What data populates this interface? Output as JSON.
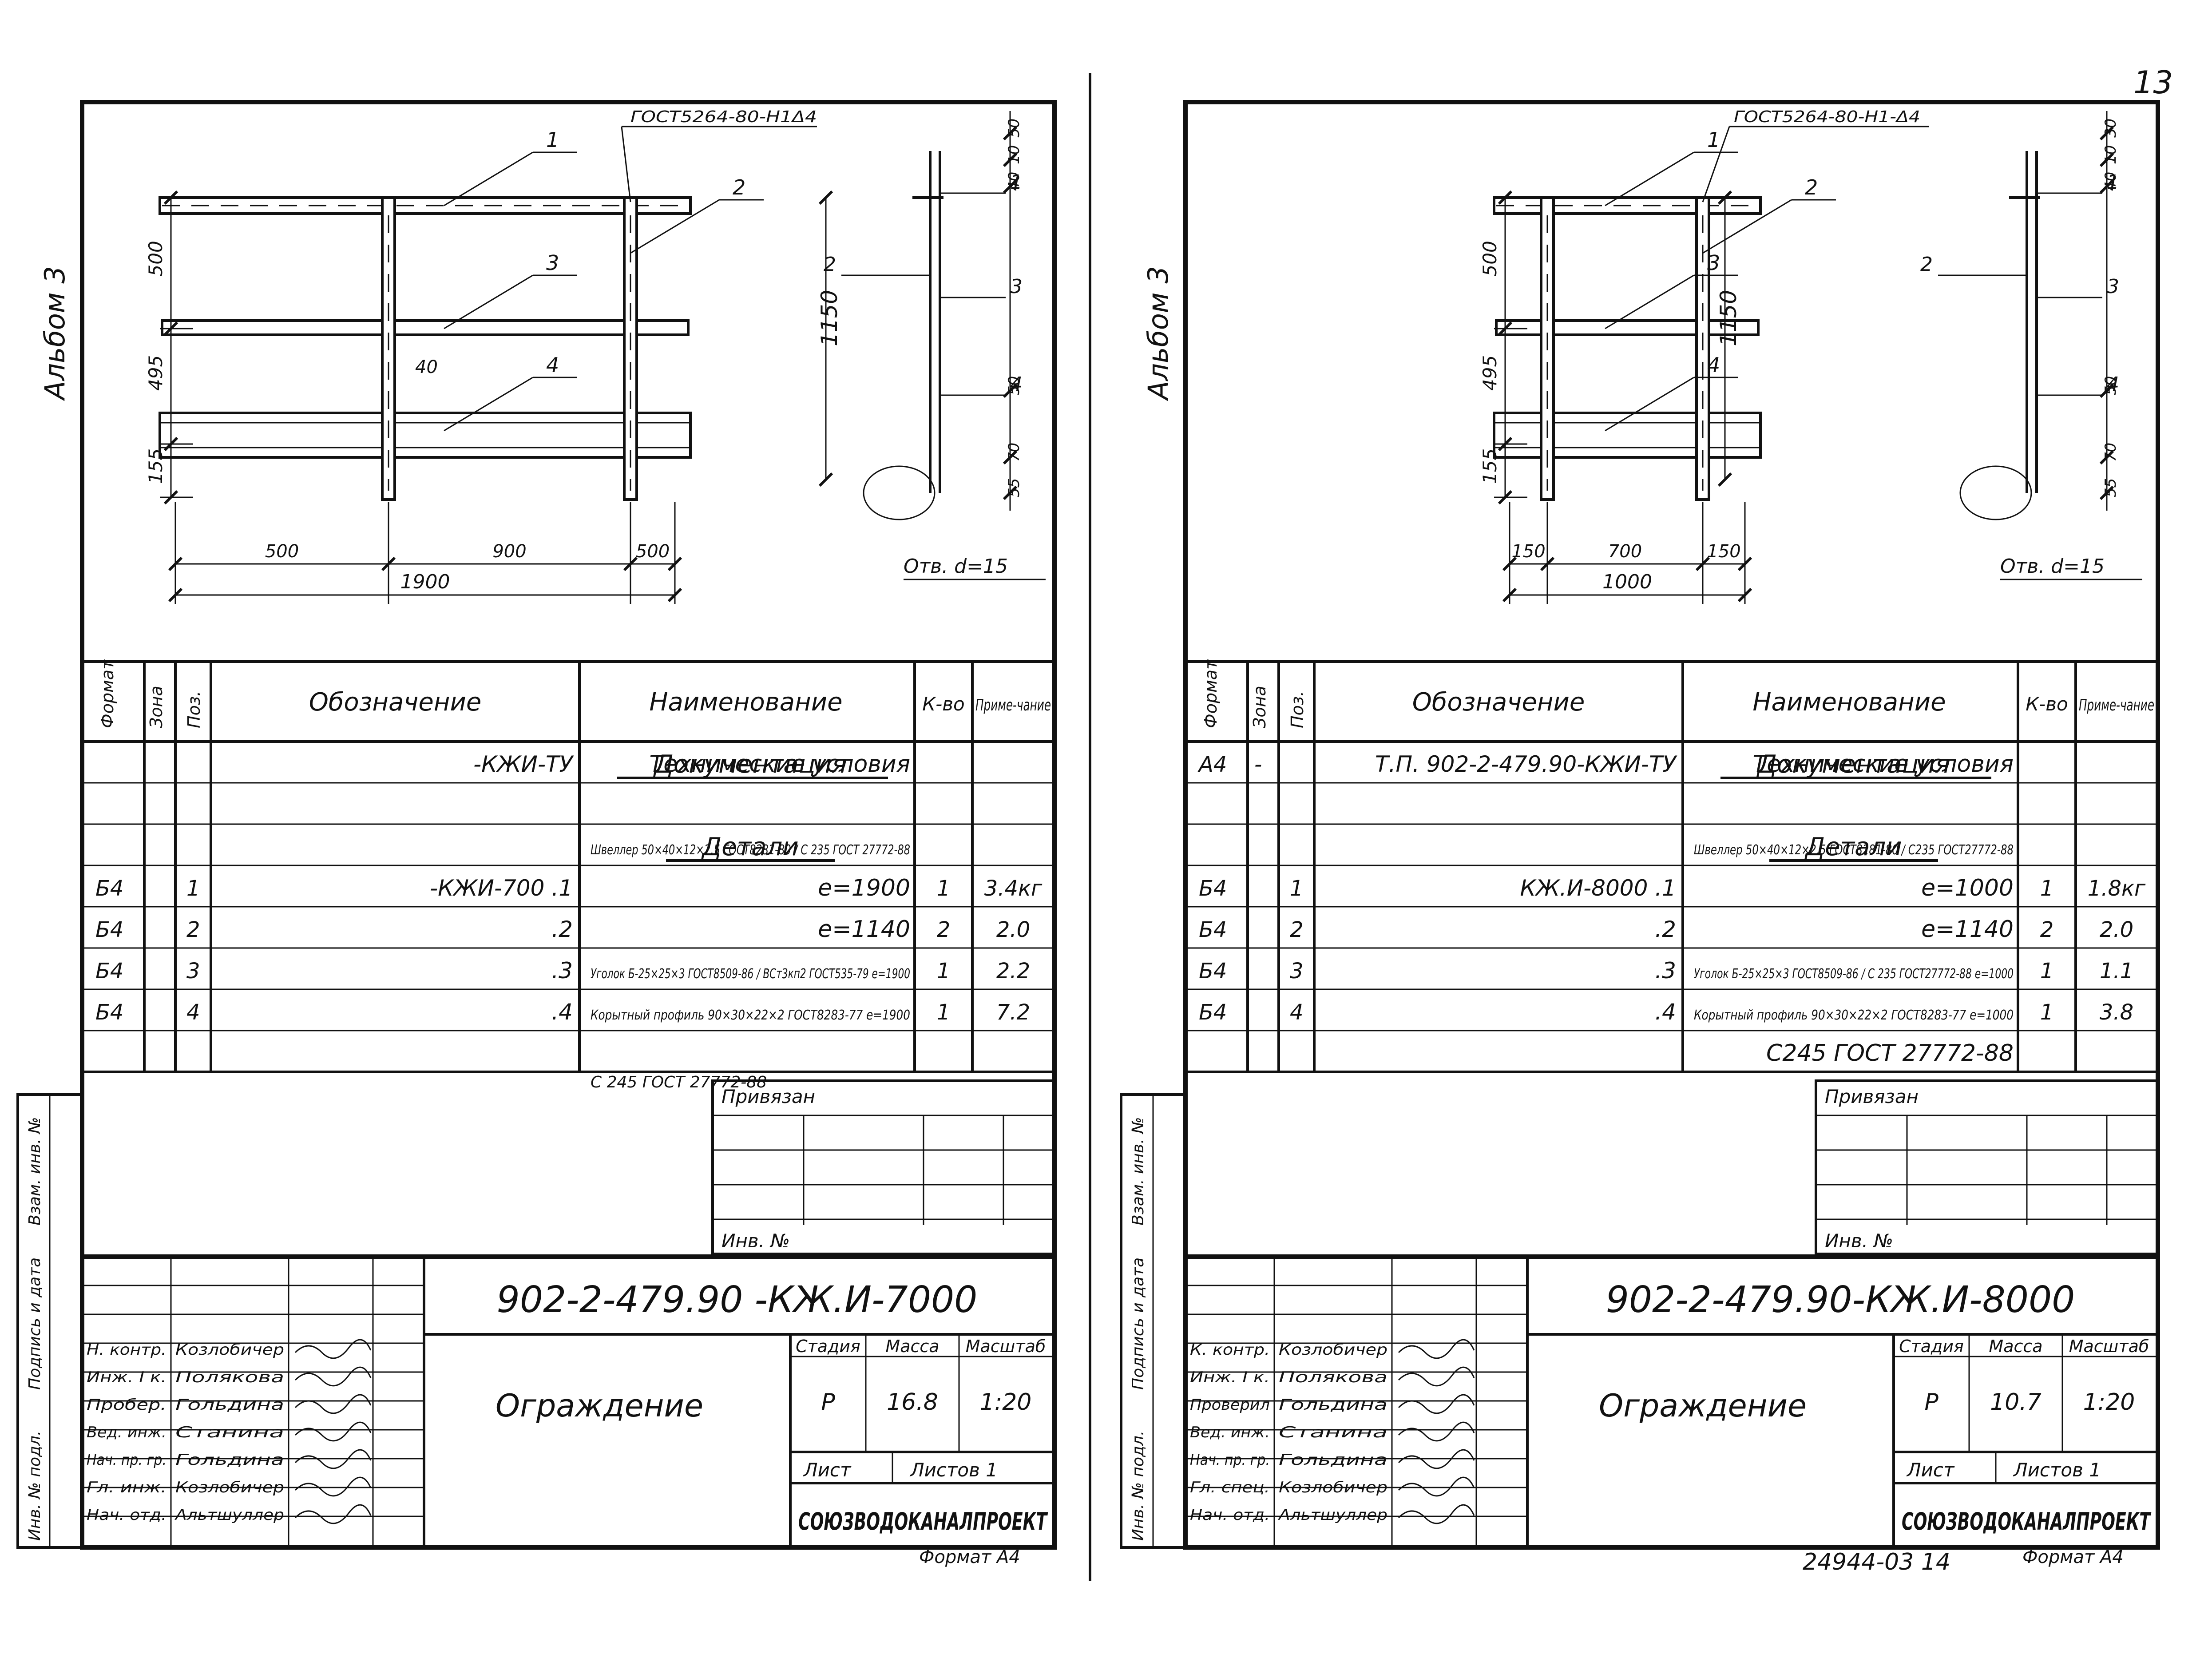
{
  "page_number": "13",
  "footer": {
    "archive_number": "24944-03 14"
  },
  "sheets": [
    {
      "album": "Альбом 3",
      "format_label": "Формат А4",
      "drawing": {
        "gost_weld": "ГОСТ5264-80-Н1Δ4",
        "callouts": [
          "1",
          "2",
          "3",
          "4",
          "40"
        ],
        "dims_v": [
          "500",
          "495",
          "155",
          "1150"
        ],
        "dims_h": [
          "500",
          "900",
          "500",
          "1900"
        ],
        "side_dims": [
          "50",
          "10",
          "40",
          "50",
          "70",
          "55"
        ],
        "side_callouts": [
          "1",
          "2",
          "3",
          "4"
        ],
        "hole": "Отв. d=15"
      },
      "spec": {
        "headers": {
          "format": "Формат",
          "zone": "Зона",
          "pos": "Поз.",
          "designation": "Обозначение",
          "name": "Наименование",
          "qty": "К-во",
          "note": "Приме-чание"
        },
        "sections": {
          "docs": "Документация",
          "details": "Детали"
        },
        "rows": [
          {
            "fmt": "",
            "zone": "",
            "pos": "",
            "desig": "-КЖИ-ТУ",
            "name": "Технические условия",
            "qty": "",
            "note": ""
          },
          {
            "fmt": "",
            "zone": "",
            "pos": "",
            "desig": "",
            "name": "Швеллер 50×40×12×2.5 ГОСТ8281-80 / С 235 ГОСТ 27772-88",
            "qty": "",
            "note": ""
          },
          {
            "fmt": "Б4",
            "zone": "",
            "pos": "1",
            "desig": "-КЖИ-700 .1",
            "name": "е=1900",
            "qty": "1",
            "note": "3.4кг"
          },
          {
            "fmt": "Б4",
            "zone": "",
            "pos": "2",
            "desig": ".2",
            "name": "е=1140",
            "qty": "2",
            "note": "2.0"
          },
          {
            "fmt": "Б4",
            "zone": "",
            "pos": "3",
            "desig": ".3",
            "name": "Уголок Б-25×25×3 ГОСТ8509-86 / ВСт3кп2 ГОСТ535-79 е=1900",
            "qty": "1",
            "note": "2.2"
          },
          {
            "fmt": "Б4",
            "zone": "",
            "pos": "4",
            "desig": ".4",
            "name": "Корытный профиль 90×30×22×2 ГОСТ8283-77 е=1900",
            "qty": "1",
            "note": "7.2"
          }
        ],
        "overflow_text": "С 245 ГОСТ 27772-88"
      },
      "stamp": {
        "privyazan": "Привязан",
        "inv_no": "Инв. №",
        "code": "902-2-479.90 -КЖ.И-7000",
        "title": "Ограждение",
        "stage_label": "Стадия",
        "mass_label": "Масса",
        "scale_label": "Масштаб",
        "stage": "Р",
        "mass": "16.8",
        "scale": "1:20",
        "sheet_label": "Лист",
        "sheets_label": "Листов 1",
        "org": "СОЮЗВОДОКАНАЛПРОЕКТ",
        "signers": [
          {
            "role": "Н. контр.",
            "name": "Козлобичер"
          },
          {
            "role": "Инж. I к.",
            "name": "Полякова"
          },
          {
            "role": "Пробер.",
            "name": "Гольдина"
          },
          {
            "role": "Вед. инж.",
            "name": "Станина"
          },
          {
            "role": "Нач. пр. гр.",
            "name": "Гольдина"
          },
          {
            "role": "Гл. инж.",
            "name": "Козлобичер"
          },
          {
            "role": "Нач. отд.",
            "name": "Альтшуллер"
          }
        ],
        "side_labels": [
          "Взам. инв. №",
          "Подпись и дата",
          "Инв. № подл."
        ]
      }
    },
    {
      "album": "Альбом 3",
      "format_label": "Формат А4",
      "drawing": {
        "gost_weld": "ГОСТ5264-80-Н1-Δ4",
        "callouts": [
          "1",
          "2",
          "3",
          "4"
        ],
        "dims_v": [
          "500",
          "495",
          "155",
          "1150"
        ],
        "dims_h": [
          "150",
          "700",
          "150",
          "1000"
        ],
        "side_dims": [
          "30",
          "10",
          "40",
          "50",
          "70",
          "55"
        ],
        "side_callouts": [
          "1",
          "2",
          "3",
          "4"
        ],
        "hole": "Отв. d=15"
      },
      "spec": {
        "headers": {
          "format": "Формат",
          "zone": "Зона",
          "pos": "Поз.",
          "designation": "Обозначение",
          "name": "Наименование",
          "qty": "К-во",
          "note": "Приме-чание"
        },
        "sections": {
          "docs": "Документация",
          "details": "Детали"
        },
        "rows": [
          {
            "fmt": "А4",
            "zone": "-",
            "pos": "",
            "desig": "Т.П. 902-2-479.90-КЖИ-ТУ",
            "name": "Технические условия",
            "qty": "",
            "note": ""
          },
          {
            "fmt": "",
            "zone": "",
            "pos": "",
            "desig": "",
            "name": "Швеллер 50×40×12×2.5 ГОСТ8281-80 / С235 ГОСТ27772-88",
            "qty": "",
            "note": ""
          },
          {
            "fmt": "Б4",
            "zone": "",
            "pos": "1",
            "desig": "КЖ.И-8000 .1",
            "name": "е=1000",
            "qty": "1",
            "note": "1.8кг"
          },
          {
            "fmt": "Б4",
            "zone": "",
            "pos": "2",
            "desig": ".2",
            "name": "е=1140",
            "qty": "2",
            "note": "2.0"
          },
          {
            "fmt": "Б4",
            "zone": "",
            "pos": "3",
            "desig": ".3",
            "name": "Уголок Б-25×25×3 ГОСТ8509-86 / С 235 ГОСТ27772-88 е=1000",
            "qty": "1",
            "note": "1.1"
          },
          {
            "fmt": "Б4",
            "zone": "",
            "pos": "4",
            "desig": ".4",
            "name": "Корытный профиль 90×30×22×2 ГОСТ8283-77 е=1000",
            "qty": "1",
            "note": "3.8"
          },
          {
            "fmt": "",
            "zone": "",
            "pos": "",
            "desig": "",
            "name": "С245 ГОСТ 27772-88",
            "qty": "",
            "note": ""
          }
        ],
        "overflow_text": ""
      },
      "stamp": {
        "privyazan": "Привязан",
        "inv_no": "Инв. №",
        "code": "902-2-479.90-КЖ.И-8000",
        "title": "Ограждение",
        "stage_label": "Стадия",
        "mass_label": "Масса",
        "scale_label": "Масштаб",
        "stage": "Р",
        "mass": "10.7",
        "scale": "1:20",
        "sheet_label": "Лист",
        "sheets_label": "Листов 1",
        "org": "СОЮЗВОДОКАНАЛПРОЕКТ",
        "signers": [
          {
            "role": "К. контр.",
            "name": "Козлобичер"
          },
          {
            "role": "Инж. I к.",
            "name": "Полякова"
          },
          {
            "role": "Проверил",
            "name": "Гольдина"
          },
          {
            "role": "Вед. инж.",
            "name": "Станина"
          },
          {
            "role": "Нач. пр. гр.",
            "name": "Гольдина"
          },
          {
            "role": "Гл. спец.",
            "name": "Козлобичер"
          },
          {
            "role": "Нач. отд.",
            "name": "Альтшуллер"
          }
        ],
        "side_labels": [
          "Взам. инв. №",
          "Подпись и дата",
          "Инв. № подл."
        ]
      }
    }
  ]
}
